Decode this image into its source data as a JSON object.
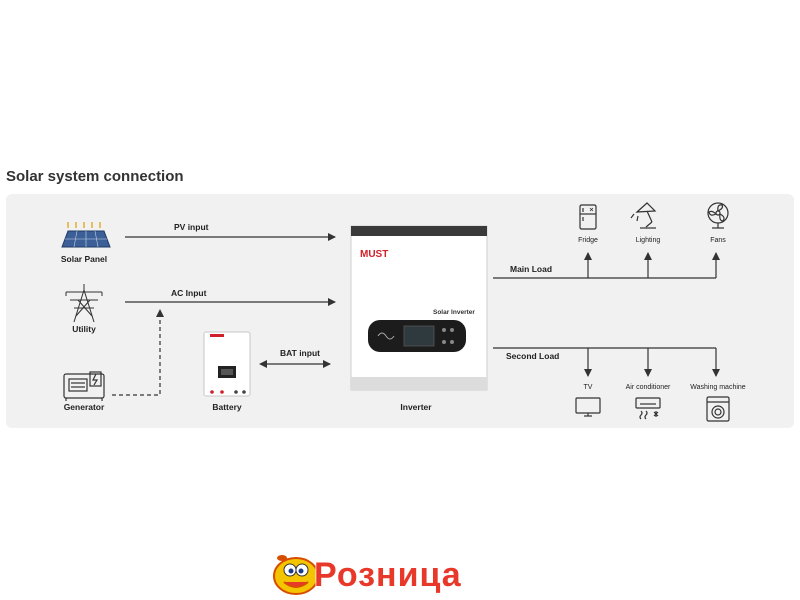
{
  "title": "Solar system connection",
  "sources": {
    "solar_panel": "Solar Panel",
    "utility": "Utility",
    "generator": "Generator",
    "battery": "Battery"
  },
  "connections": {
    "pv_input": "PV input",
    "ac_input": "AC Input",
    "bat_input": "BAT input",
    "main_load": "Main Load",
    "second_load": "Second Load"
  },
  "inverter": {
    "label": "Inverter",
    "brand": "MUST",
    "model_text": "Solar Inverter"
  },
  "main_loads": [
    "Fridge",
    "Lighting",
    "Fans"
  ],
  "second_loads": [
    "TV",
    "Air conditioner",
    "Washing machine"
  ],
  "footer_logo_text": "Розница",
  "colors": {
    "panel": "#f1f1f1",
    "line": "#333333",
    "brand_red": "#d0202a",
    "logo_yellow": "#f4c400"
  }
}
